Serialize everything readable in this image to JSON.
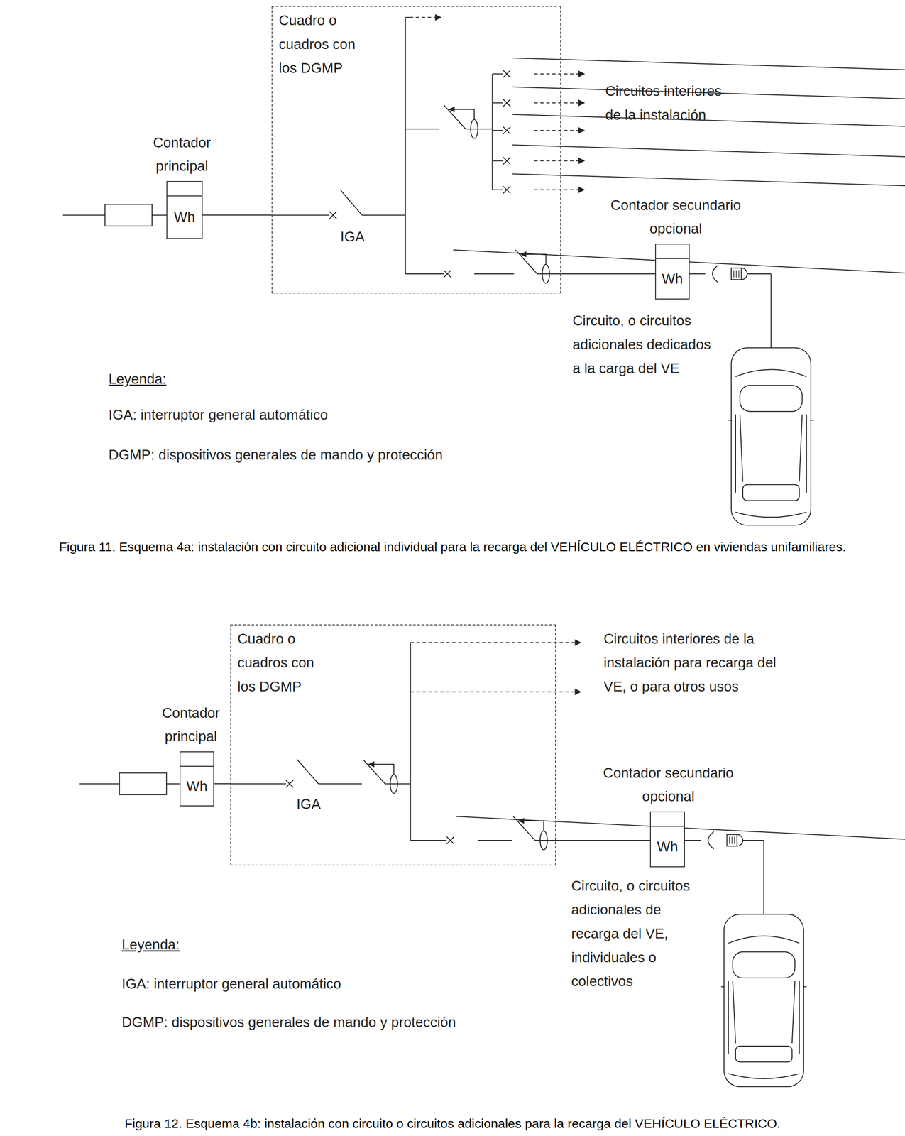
{
  "diagram": {
    "caption": "Figura 11. Esquema 4a: instalación con circuito adicional individual para la recarga del VEHÍCULO ELÉCTRICO en viviendas unifamiliares.",
    "nodes": [
      {
        "text": [
          "Cuadro o cuadros con los DGMP"
        ]
      },
      {
        "text": [
          "Contador principal",
          "Wh"
        ]
      },
      {
        "text": [
          "Contador secundario opcional",
          "Wh"
        ]
      },
      {
        "text": [
          "Cuadro o cuadros con los DGMP"
        ]
      },
      {
        "text": [
          "Contador principal",
          "Wh"
        ]
      },
      {
        "text": [
          "Contador secundario opcional",
          "Wh"
        ]
      }
    ],
    "edges": [
      {
        "from": 1,
        "to": 0,
        "arrow": "none"
      },
      {
        "from": 0,
        "to": 2,
        "arrow": "none"
      },
      {
        "from": 4,
        "to": 3,
        "arrow": "none"
      },
      {
        "from": 3,
        "to": 5,
        "arrow": "none"
      }
    ],
    "labels": [
      "IGA",
      "Circuitos interiores de la instalación",
      "Circuito, o circuitos adicionales dedicados a la carga del VE",
      "Leyenda:",
      "IGA",
      "Circuitos interiores de la instalación para recarga del VE, o para otros usos",
      "Circuito, o circuitos adicionales de recarga del VE, individuales o colectivos",
      "Leyenda:",
      "Figura 12. Esquema 4b: instalación con circuito o circuitos adicionales para la recarga del VEHÍCULO ELÉCTRICO."
    ],
    "legend": [
      {
        "text": "IGA: interruptor general automático"
      },
      {
        "text": "DGMP: dispositivos generales de mando y protección"
      },
      {
        "text": "IGA: interruptor general automático"
      },
      {
        "text": "DGMP: dispositivos generales de mando y protección"
      }
    ]
  }
}
